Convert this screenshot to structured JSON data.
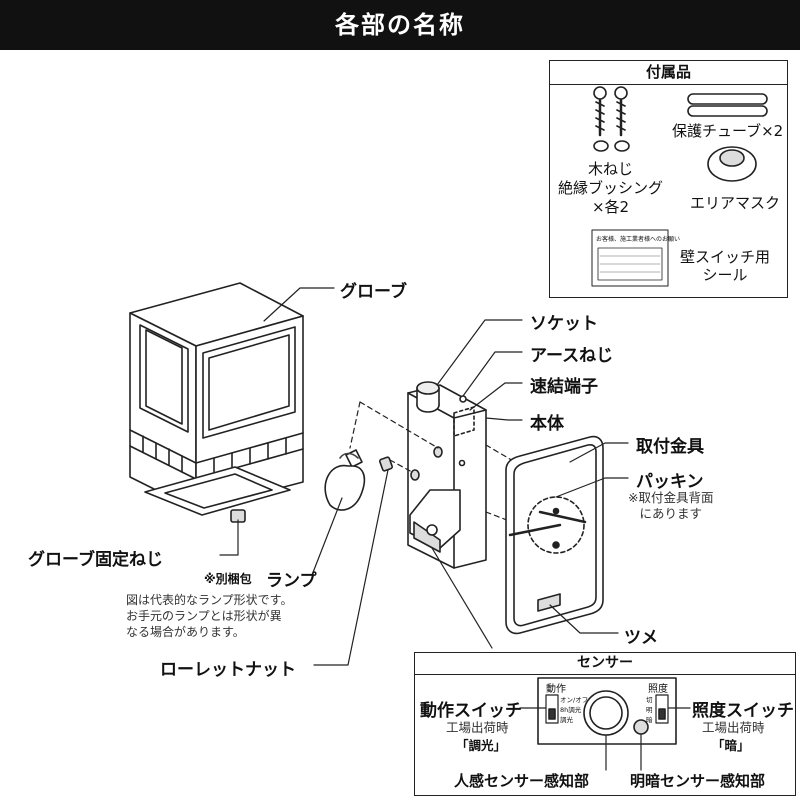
{
  "header": {
    "title": "各部の名称"
  },
  "accessories": {
    "title": "付属品",
    "screws_label": "木ねじ\n絶縁ブッシング\n×各2",
    "tubes_label": "保護チューブ×2",
    "mask_label": "エリアマスク",
    "seal_label": "壁スイッチ用\nシール",
    "seal_card_text": "お客様、施工業者様へのお願い"
  },
  "parts": {
    "globe": "グローブ",
    "socket": "ソケット",
    "earth_screw": "アースねじ",
    "terminal": "速結端子",
    "body": "本体",
    "bracket": "取付金具",
    "packing": "パッキン",
    "packing_note": "※取付金具背面\nにあります",
    "globe_screw": "グローブ固定ねじ",
    "lamp_prefix": "※別梱包",
    "lamp": "ランプ",
    "lamp_note": "図は代表的なランプ形状です。\nお手元のランプとは形状が異\nなる場合があります。",
    "knurled_nut": "ローレットナット",
    "claw": "ツメ"
  },
  "sensor": {
    "title": "センサー",
    "operation_switch": "動作スイッチ",
    "operation_default_label": "工場出荷時",
    "operation_default_value": "「調光」",
    "brightness_switch": "照度スイッチ",
    "brightness_default_label": "工場出荷時",
    "brightness_default_value": "「暗」",
    "motion_sensor": "人感センサー感知部",
    "light_sensor": "明暗センサー感知部",
    "panel_operation": "動作",
    "panel_brightness": "照度",
    "panel_op_opt1": "オン/オフ",
    "panel_op_opt2": "8h調光",
    "panel_op_opt3": "調光",
    "panel_br_opt1": "切",
    "panel_br_opt2": "明",
    "panel_br_opt3": "暗"
  }
}
